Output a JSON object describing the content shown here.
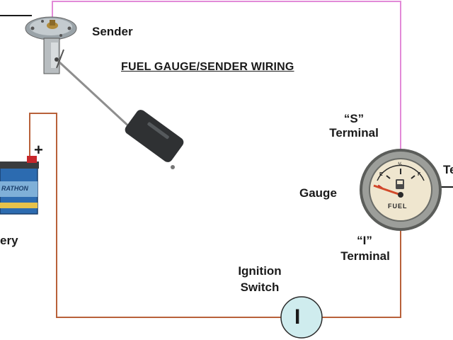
{
  "title": "FUEL GAUGE/SENDER WIRING",
  "labels": {
    "sender": "Sender",
    "s_terminal_quote": "“S”",
    "s_terminal_word": "Terminal",
    "gauge": "Gauge",
    "i_terminal_quote": "“I”",
    "i_terminal_word": "Terminal",
    "ignition_line1": "Ignition",
    "ignition_line2": "Switch",
    "battery_partial": "ery",
    "plus_sign": "+",
    "right_partial_top": "Te",
    "ignition_symbol": "I"
  },
  "gauge_face": {
    "text": "FUEL",
    "marks": [
      "E",
      "½",
      "F"
    ]
  },
  "battery_brand": "RATHON",
  "colors": {
    "ground_wire": "#1a1a1a",
    "sender_wire": "#e28ad8",
    "power_wire": "#b8613a",
    "gauge_bezel": "#888a86",
    "gauge_face": "#efe6cf",
    "switch_fill": "#cfecee",
    "battery_blue": "#2c6bb0",
    "battery_red": "#c8262b"
  }
}
